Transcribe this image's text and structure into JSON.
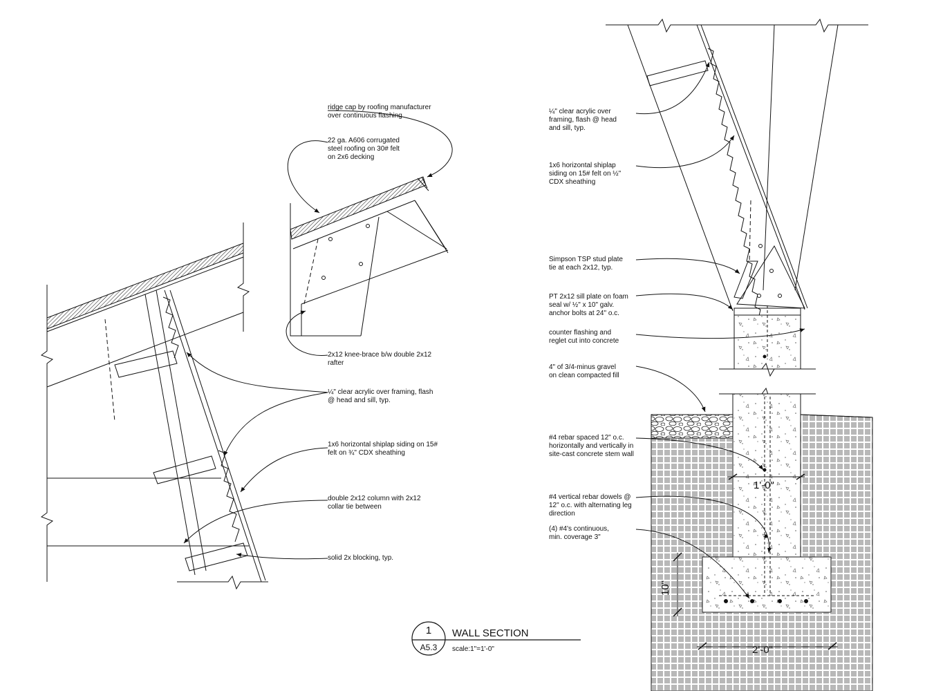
{
  "notes": {
    "ridge_cap": "ridge cap by roofing manufacturer\nover continuous flashing",
    "steel_roofing": "22 ga. A606 corrugated\nsteel roofing on 30# felt\non 2x6 decking",
    "knee_brace": "2x12 knee-brace b/w double 2x12\nrafter",
    "acrylic_left": "¼\" clear acrylic over framing, flash\n@ head and sill, typ.",
    "siding_left": "1x6 horizontal shiplap siding on 15#\nfelt on ¾\" CDX sheathing",
    "double_column": "double 2x12 column with 2x12\ncollar tie between",
    "blocking": "solid 2x blocking, typ.",
    "acrylic_right": "¼\" clear acrylic over\nframing, flash @ head\nand sill, typ.",
    "siding_right": "1x6 horizontal shiplap\nsiding on 15# felt on ½\"\nCDX sheathing",
    "simpson_tie": "Simpson TSP stud plate\ntie at each 2x12, typ.",
    "sill_plate": "PT 2x12 sill plate on foam\nseal w/ ½\" x 10\" galv.\nanchor bolts at 24\" o.c.",
    "counter_flashing": "counter flashing and\nreglet cut into concrete",
    "gravel": "4\" of 3/4-minus gravel\non clean compacted fill",
    "rebar_spaced": "#4 rebar spaced 12\" o.c.\nhorizontally and vertically in\nsite-cast concrete stem wall",
    "rebar_dowels": "#4 vertical rebar dowels @\n12\" o.c. with alternating leg\ndirection",
    "continuous_bars": "(4) #4's continuous,\nmin. coverage 3\""
  },
  "dimensions": {
    "stem_width": "1'-0\"",
    "footing_width": "2'-0\"",
    "footing_depth": "10\""
  },
  "title_block": {
    "detail_number": "1",
    "sheet_number": "A5.3",
    "title": "WALL SECTION",
    "scale": "scale:1\"=1'-0\""
  }
}
